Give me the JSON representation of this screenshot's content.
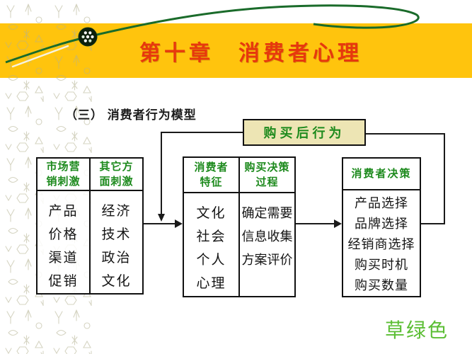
{
  "slide": {
    "title": "第十章　消费者心理",
    "subtitle": "（三） 消费者行为模型",
    "color_note": "草绿色"
  },
  "flowchart": {
    "post_purchase": {
      "label": "购买后行为"
    },
    "stimuli_box": {
      "col1": {
        "header_line1": "市场营",
        "header_line2": "销刺激",
        "items": [
          "产品",
          "价格",
          "渠道",
          "促销"
        ]
      },
      "col2": {
        "header_line1": "其它方",
        "header_line2": "面刺激",
        "items": [
          "经济",
          "技术",
          "政治",
          "文化"
        ]
      }
    },
    "buyer_box": {
      "col1": {
        "header_line1": "消费者",
        "header_line2": "特征",
        "items": [
          "文化",
          "社会",
          "个人",
          "心理"
        ]
      },
      "col2": {
        "header_line1": "购买决策",
        "header_line2": "过程",
        "items": [
          "确定需要",
          "信息收集",
          "方案评价"
        ]
      }
    },
    "decision_box": {
      "header": "消费者决策",
      "items": [
        "产品选择",
        "品牌选择",
        "经销商选择",
        "购买时机",
        "购买数量"
      ]
    }
  },
  "decorations": {
    "swoosh_icon": "green-curve-with-dotted-ball",
    "left_texture": "oracle-bone-sketch-pattern"
  },
  "colors": {
    "band_yellow": "#FFC40D",
    "title_red": "#E7380D",
    "header_green": "#1D8A1D",
    "post_box_cream": "#EDE5B4",
    "note_green": "#5BBE34",
    "curve_green": "#1A6B2A",
    "line_black": "#1a1a1a"
  }
}
